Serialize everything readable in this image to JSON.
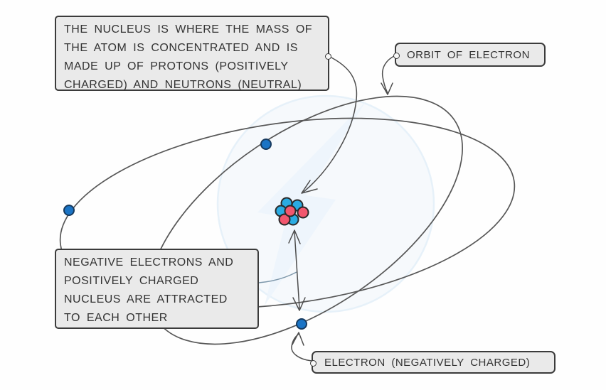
{
  "page": {
    "background": "#fefefe",
    "kind": "atom structure diagram"
  },
  "colors": {
    "box_fill": "#eaeaea",
    "box_border": "#3b3b3b",
    "text": "#333333",
    "orbit_line": "#575757",
    "connector_line": "#4d4d4d",
    "attraction_connector": "#7d97aa",
    "electron_fill": "#1b74c5",
    "electron_stroke": "#173a5e",
    "neutron_fill": "#2aabe2",
    "proton_fill": "#f2576e",
    "particle_stroke": "#2a2a2a",
    "watermark_fill": "#dcebf8",
    "watermark_stroke": "#c6def2"
  },
  "callouts": {
    "nucleus_info": {
      "lines": [
        "THE NUCLEUS IS WHERE THE MASS OF",
        "THE ATOM IS CONCENTRATED AND IS",
        "MADE UP OF PROTONS (POSITIVELY",
        "CHARGED) AND NEUTRONS (NEUTRAL)"
      ]
    },
    "orbit_label": {
      "text": "ORBIT OF ELECTRON"
    },
    "attraction_info": {
      "lines": [
        "NEGATIVE ELECTRONS AND",
        "POSITIVELY CHARGED",
        "NUCLEUS ARE ATTRACTED",
        "TO EACH OTHER"
      ]
    },
    "electron_label": {
      "text": "ELECTRON (NEGATIVELY CHARGED)"
    }
  },
  "nucleus_model": {
    "protons_shown": 3,
    "neutrons_shown": 4,
    "electrons_shown": 3,
    "orbits_shown": 2
  }
}
